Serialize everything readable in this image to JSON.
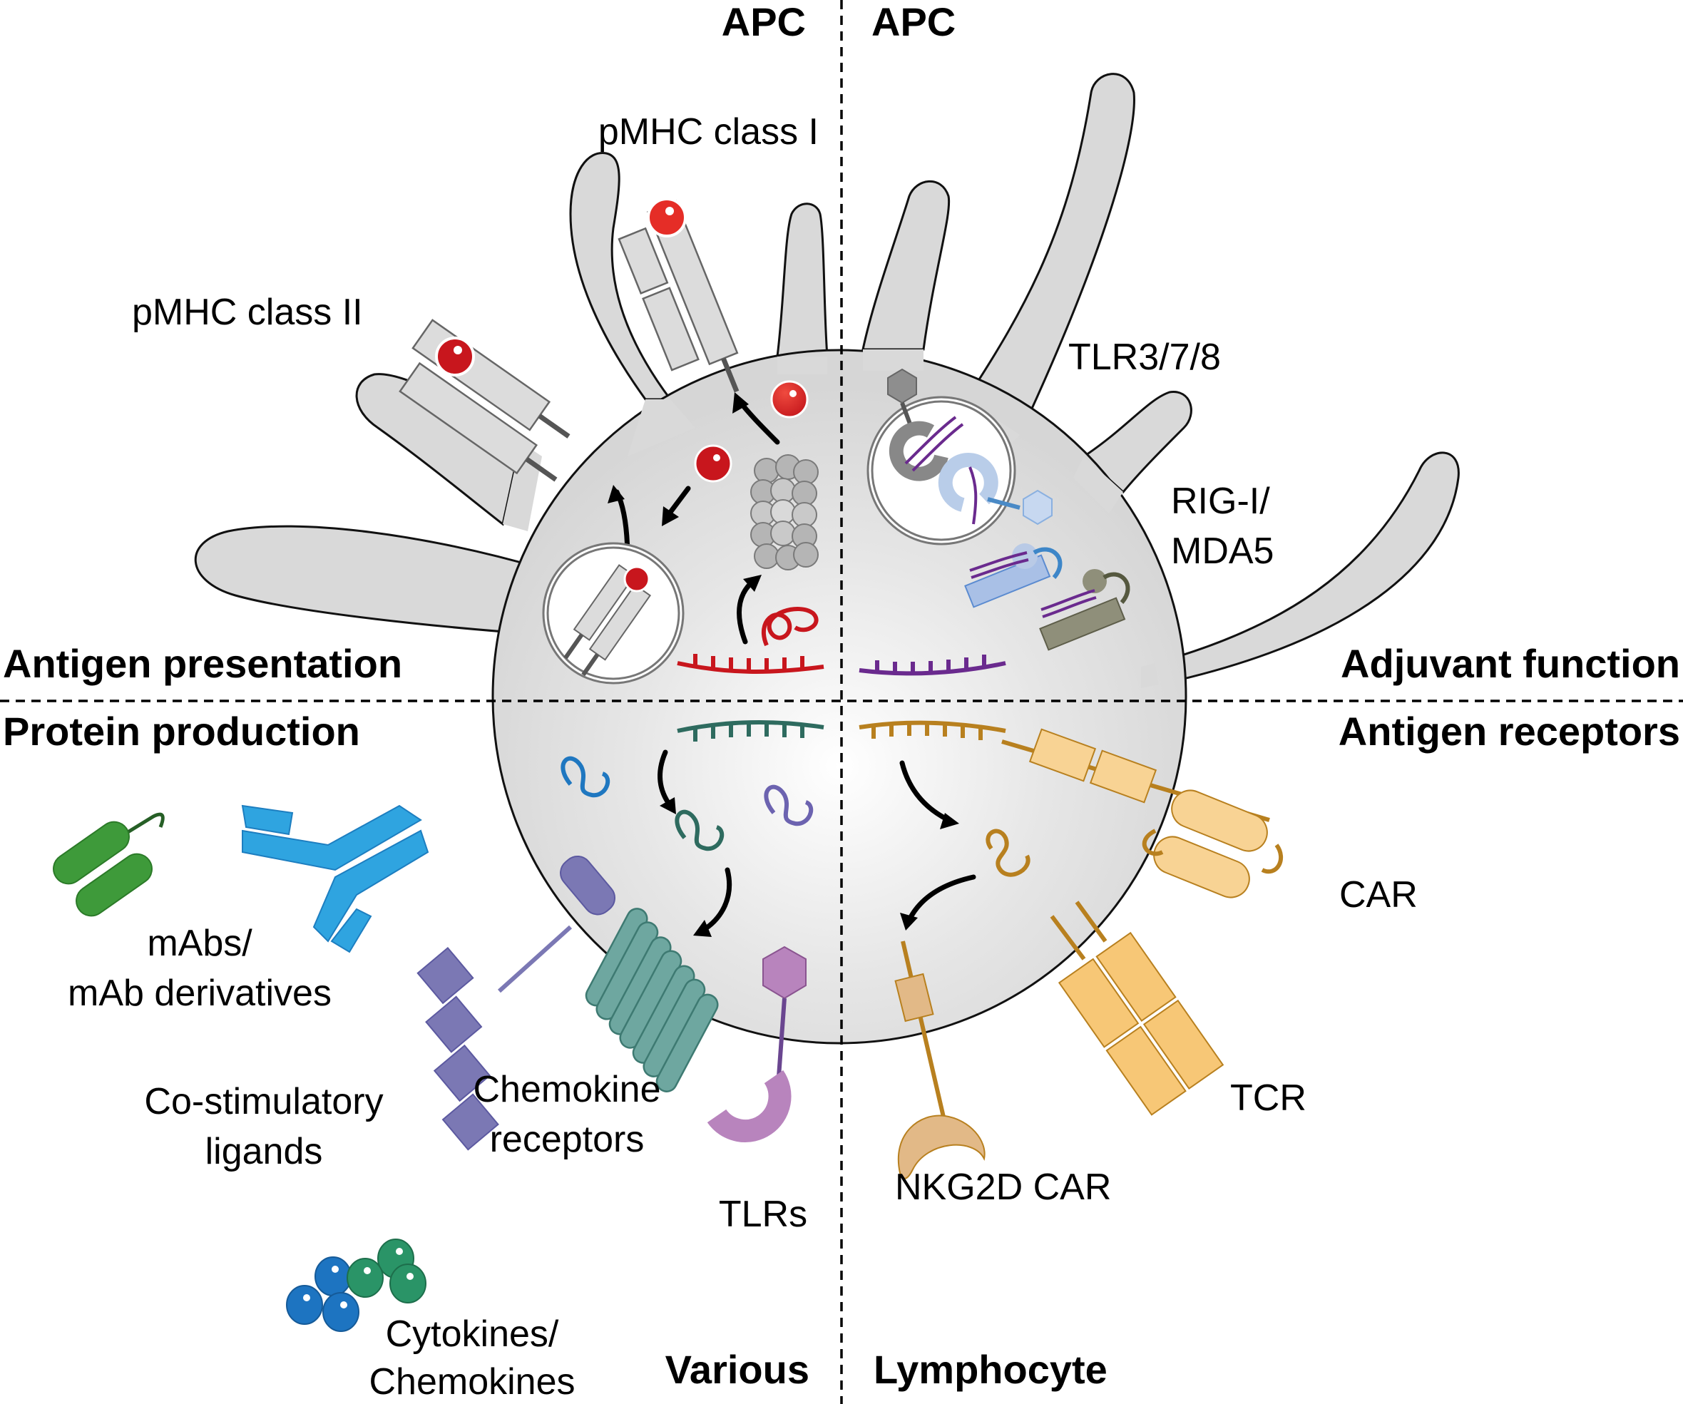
{
  "figure": {
    "quadrants": {
      "top_left": {
        "cell_type": "APC",
        "function": "Antigen presentation",
        "mrna_color": "#c8161d",
        "labels": [
          "pMHC class I",
          "pMHC class II"
        ]
      },
      "top_right": {
        "cell_type": "APC",
        "function": "Adjuvant function",
        "mrna_color": "#6a2a8e",
        "labels": [
          "TLR3/7/8",
          "RIG-I/",
          "MDA5"
        ]
      },
      "bottom_left": {
        "cell_type": "Various",
        "function": "Protein production",
        "mrna_color": "#2e6b5f",
        "labels": {
          "mabs_line1": "mAbs/",
          "mabs_line2": "mAb derivatives",
          "costim_line1": "Co-stimulatory",
          "costim_line2": "ligands",
          "chemokine_line1": "Chemokine",
          "chemokine_line2": "receptors",
          "tlrs": "TLRs",
          "cytokines_line1": "Cytokines/",
          "cytokines_line2": "Chemokines"
        }
      },
      "bottom_right": {
        "cell_type": "Lymphocyte",
        "function": "Antigen receptors",
        "mrna_color": "#b8801f",
        "labels": [
          "CAR",
          "TCR",
          "NKG2D CAR"
        ]
      }
    },
    "colors": {
      "cell_fill": "#d9d9d9",
      "peptide_red": "#d7261e",
      "mhc_fill": "#dcdcdc",
      "proteasome": "#a9a9a9",
      "rig_i": "#a9c0e6",
      "mda5": "#8f8f7a",
      "mab_green": "#3e9a3a",
      "mab_blue": "#2fa4e0",
      "costim_purple": "#7b78b4",
      "chemokine_teal": "#6ea7a0",
      "tlr_pink": "#b884bd",
      "car_orange": "#f8d394",
      "tcr_orange": "#f7c776",
      "nkg2d_tan": "#e2b987",
      "cytokine_blue": "#1d74c1",
      "cytokine_green": "#2a9467"
    }
  }
}
